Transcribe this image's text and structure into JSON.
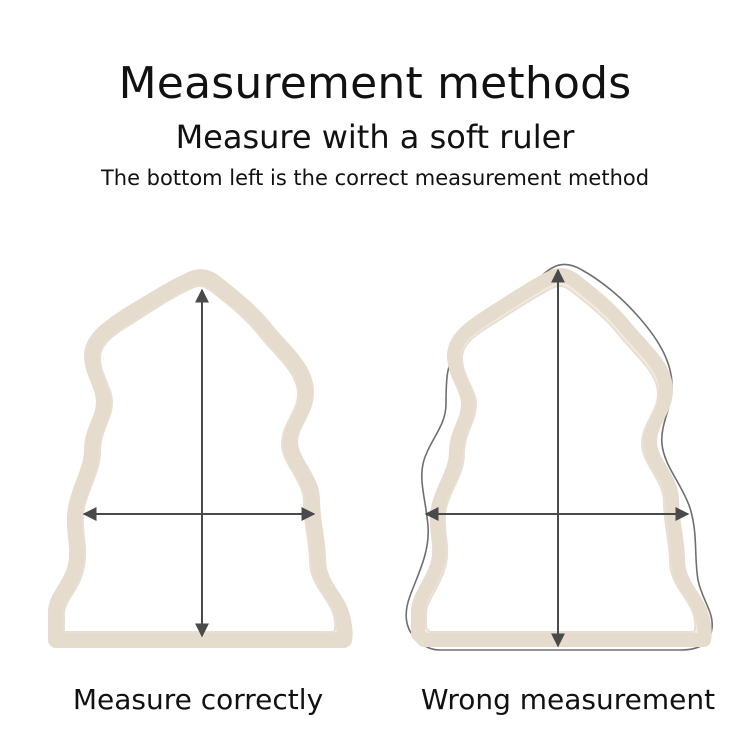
{
  "header": {
    "title": "Measurement methods",
    "subtitle": "Measure with a soft ruler",
    "note": "The bottom left is the correct measurement method"
  },
  "panels": [
    {
      "caption": "Measure correctly",
      "correct": true
    },
    {
      "caption": "Wrong measurement",
      "correct": false
    }
  ],
  "colors": {
    "fur": "#f3ebe0",
    "fur_edge": "#e6dccd",
    "outline": "#6f6f6f",
    "arrow": "#4a4a4a",
    "text": "#111111"
  }
}
